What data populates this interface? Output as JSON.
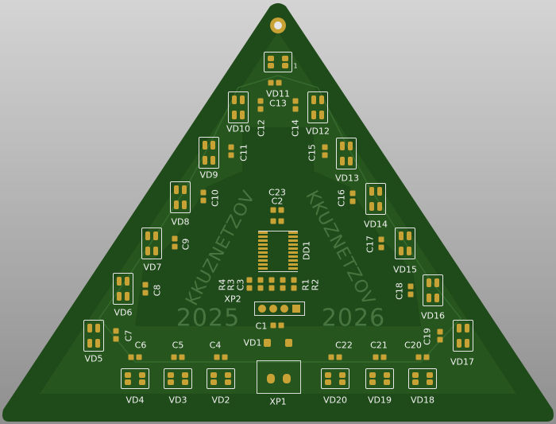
{
  "watermark": {
    "name_left": "KKUZNETZOV",
    "name_right": "KKUZNETZOV",
    "year_left": "2025",
    "year_right": "2026"
  },
  "leds": {
    "vd1": "VD1",
    "vd2": "VD2",
    "vd3": "VD3",
    "vd4": "VD4",
    "vd5": "VD5",
    "vd6": "VD6",
    "vd7": "VD7",
    "vd8": "VD8",
    "vd9": "VD9",
    "vd10": "VD10",
    "vd11": "VD11",
    "vd12": "VD12",
    "vd13": "VD13",
    "vd14": "VD14",
    "vd15": "VD15",
    "vd16": "VD16",
    "vd17": "VD17",
    "vd18": "VD18",
    "vd19": "VD19",
    "vd20": "VD20"
  },
  "caps": {
    "c1": "C1",
    "c2": "C2",
    "c3": "C3",
    "c4": "C4",
    "c5": "C5",
    "c6": "C6",
    "c7": "C7",
    "c8": "C8",
    "c9": "C9",
    "c10": "C10",
    "c11": "C11",
    "c12": "C12",
    "c13": "C13",
    "c14": "C14",
    "c15": "C15",
    "c16": "C16",
    "c17": "C17",
    "c18": "C18",
    "c19": "C19",
    "c20": "C20",
    "c21": "C21",
    "c22": "C22",
    "c23": "C23"
  },
  "resistors": {
    "r1": "R1",
    "r2": "R2",
    "r3": "R3",
    "r4": "R4"
  },
  "ic": "DD1",
  "connectors": {
    "xp1": "XP1",
    "xp2": "XP2"
  },
  "pin1_marker": "1",
  "colors": {
    "board": "#1f4a19",
    "copper_pour": "#2b5e22",
    "pad": "#c9a236",
    "silk": "#f2f2f2"
  }
}
